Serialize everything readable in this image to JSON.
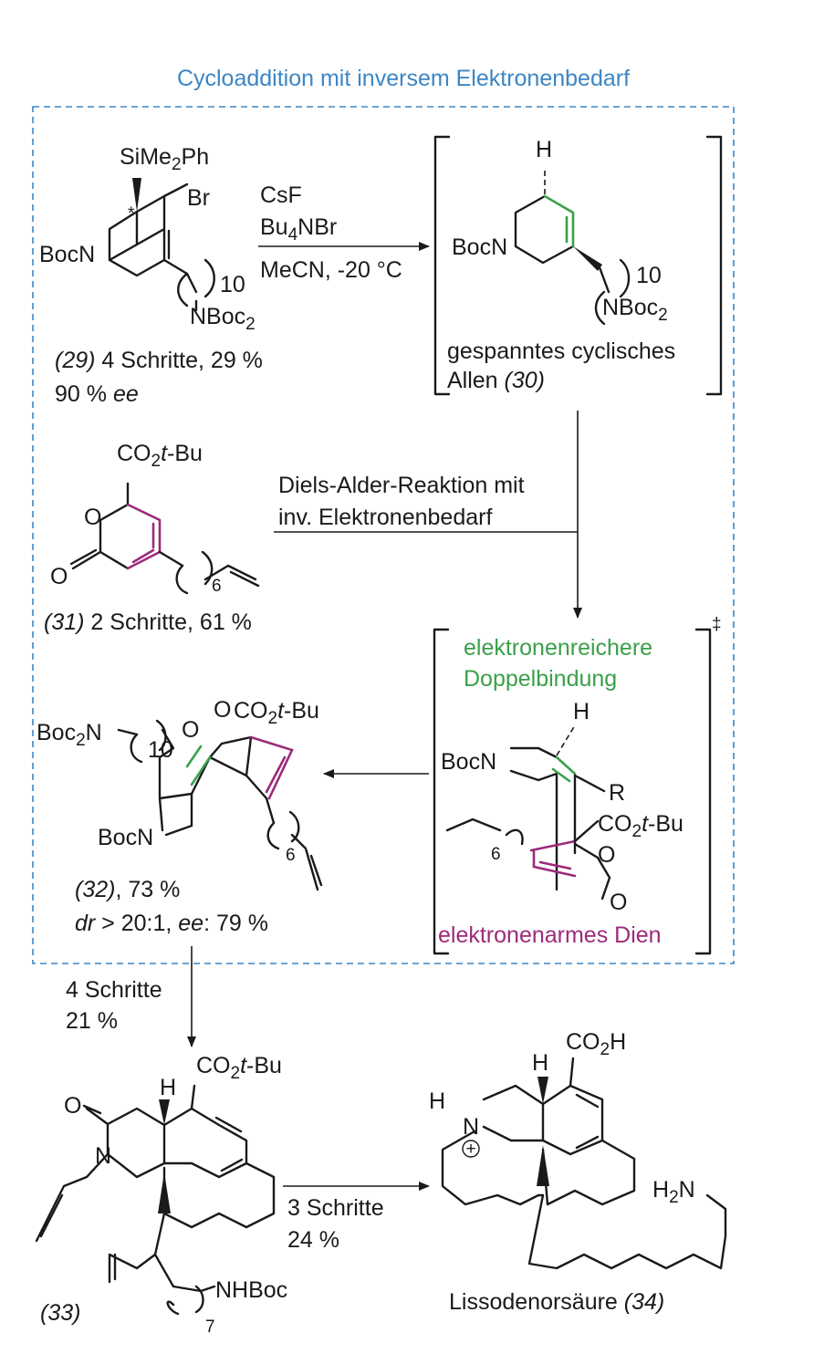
{
  "title": "Cycloaddition mit inversem Elektronenbedarf",
  "compound29": {
    "label": "(29)",
    "yield": "4 Schritte, 29 %",
    "ee_value": "90 %",
    "ee_unit": "ee",
    "si_group": "SiMe",
    "si_sub": "2",
    "si_tail": "Ph",
    "br": "Br",
    "bocn": "BocN",
    "chain_n": "10",
    "nboc": "NBoc",
    "nboc_sub": "2",
    "stereo": "*"
  },
  "step1": {
    "reagent1": "CsF",
    "reagent2_a": "Bu",
    "reagent2_sub": "4",
    "reagent2_b": "NBr",
    "conditions": "MeCN, -20 °C"
  },
  "compound30": {
    "h": "H",
    "bocn": "BocN",
    "chain_n": "10",
    "nboc": "NBoc",
    "nboc_sub": "2",
    "desc_line1": "gespanntes cyclisches",
    "desc_line2": "Allen",
    "label": "(30)"
  },
  "compound31": {
    "ester_a": "CO",
    "ester_sub": "2",
    "ester_tbu_t": "t",
    "ester_tbu": "-Bu",
    "o_ring": "O",
    "o_carbonyl": "O",
    "chain_n": "6",
    "label": "(31)",
    "yield": "2 Schritte, 61 %"
  },
  "step2": {
    "line1": "Diels-Alder-Reaktion mit",
    "line2": "inv. Elektronenbedarf"
  },
  "transition_state": {
    "dagger": "‡",
    "green_line1": "elektronenreichere",
    "green_line2": "Doppelbindung",
    "h": "H",
    "bocn": "BocN",
    "r": "R",
    "ester_a": "CO",
    "ester_sub": "2",
    "ester_t": "t",
    "ester_b": "-Bu",
    "o_ring": "O",
    "o_carbonyl": "O",
    "chain_n": "6",
    "purple_label": "elektronenarmes Dien"
  },
  "compound32": {
    "boc2n_a": "Boc",
    "boc2n_sub": "2",
    "boc2n_b": "N",
    "chain_n1": "10",
    "o1": "O",
    "o2": "O",
    "ester_a": "CO",
    "ester_sub": "2",
    "ester_t": "t",
    "ester_b": "-Bu",
    "bocn": "BocN",
    "chain_n2": "6",
    "label": "(32)",
    "yield": ", 73 %",
    "dr_label": "dr",
    "dr_value": " > 20:1, ",
    "ee_label": "ee",
    "ee_value": ": 79 %"
  },
  "step3": {
    "line1": "4 Schritte",
    "line2": "21 %"
  },
  "compound33": {
    "ester_a": "CO",
    "ester_sub": "2",
    "ester_t": "t",
    "ester_b": "-Bu",
    "h": "H",
    "o": "O",
    "n": "N",
    "nhboc": "NHBoc",
    "chain_n": "7",
    "label": "(33)"
  },
  "step4": {
    "line1": "3 Schritte",
    "line2": "24 %"
  },
  "compound34": {
    "acid_a": "CO",
    "acid_sub": "2",
    "acid_b": "H",
    "h_top": "H",
    "h_n": "H",
    "n": "N",
    "plus": "+",
    "amine_a": "H",
    "amine_sub": "2",
    "amine_b": "N",
    "name": "Lissodenorsäure",
    "label": "(34)"
  }
}
